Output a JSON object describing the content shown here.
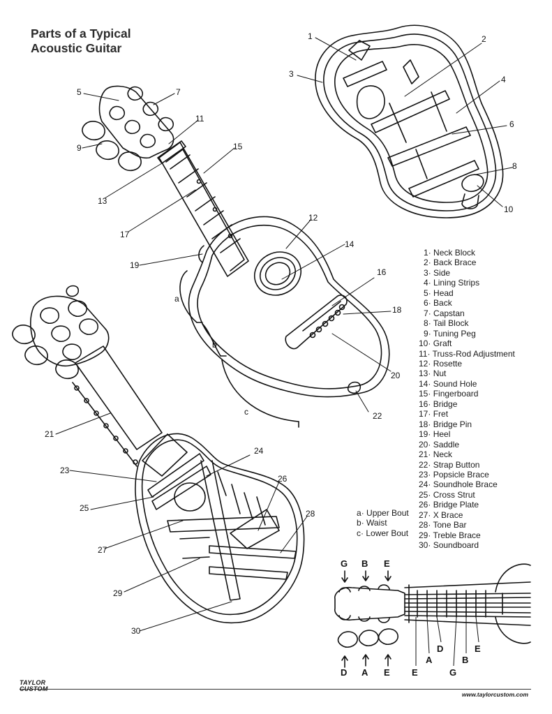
{
  "title": {
    "line1": "Parts of a Typical",
    "line2": "Acoustic Guitar"
  },
  "parts": [
    {
      "num": "1",
      "name": "Neck Block"
    },
    {
      "num": "2",
      "name": "Back Brace"
    },
    {
      "num": "3",
      "name": "Side"
    },
    {
      "num": "4",
      "name": "Lining Strips"
    },
    {
      "num": "5",
      "name": "Head"
    },
    {
      "num": "6",
      "name": "Back"
    },
    {
      "num": "7",
      "name": "Capstan"
    },
    {
      "num": "8",
      "name": "Tail Block"
    },
    {
      "num": "9",
      "name": "Tuning Peg"
    },
    {
      "num": "10",
      "name": "Graft"
    },
    {
      "num": "11",
      "name": "Truss-Rod Adjustment"
    },
    {
      "num": "12",
      "name": "Rosette"
    },
    {
      "num": "13",
      "name": "Nut"
    },
    {
      "num": "14",
      "name": "Sound Hole"
    },
    {
      "num": "15",
      "name": "Fingerboard"
    },
    {
      "num": "16",
      "name": "Bridge"
    },
    {
      "num": "17",
      "name": "Fret"
    },
    {
      "num": "18",
      "name": "Bridge Pin"
    },
    {
      "num": "19",
      "name": "Heel"
    },
    {
      "num": "20",
      "name": "Saddle"
    },
    {
      "num": "21",
      "name": "Neck"
    },
    {
      "num": "22",
      "name": "Strap Button"
    },
    {
      "num": "23",
      "name": "Popsicle Brace"
    },
    {
      "num": "24",
      "name": "Soundhole Brace"
    },
    {
      "num": "25",
      "name": "Cross Strut"
    },
    {
      "num": "26",
      "name": "Bridge Plate"
    },
    {
      "num": "27",
      "name": "X Brace"
    },
    {
      "num": "28",
      "name": "Tone Bar"
    },
    {
      "num": "29",
      "name": "Treble Brace"
    },
    {
      "num": "30",
      "name": "Soundboard"
    }
  ],
  "bouts": [
    {
      "letter": "a",
      "name": "Upper Bout"
    },
    {
      "letter": "b",
      "name": "Waist"
    },
    {
      "letter": "c",
      "name": "Lower Bout"
    }
  ],
  "tuning": {
    "top_letters": [
      "G",
      "B",
      "E"
    ],
    "bottom_letters": [
      "D",
      "A",
      "E"
    ],
    "string_letters": [
      "E",
      "A",
      "D",
      "G",
      "B",
      "E"
    ]
  },
  "footer": {
    "logo_line1": "TAYLOR",
    "logo_line2": "CUSTOM",
    "url": "www.taylorcustom.com"
  }
}
